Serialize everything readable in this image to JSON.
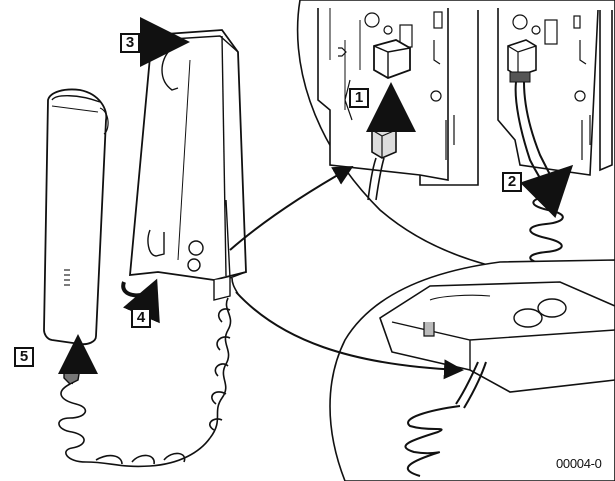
{
  "diagram": {
    "steps": [
      {
        "id": "1",
        "label": "1"
      },
      {
        "id": "2",
        "label": "2"
      },
      {
        "id": "3",
        "label": "3"
      },
      {
        "id": "4",
        "label": "4"
      },
      {
        "id": "5",
        "label": "5"
      }
    ],
    "reference_code": "00004-0",
    "colors": {
      "line": "#111111",
      "fill": "#ffffff",
      "shade": "#e6e6e6",
      "dark": "#555555"
    }
  }
}
